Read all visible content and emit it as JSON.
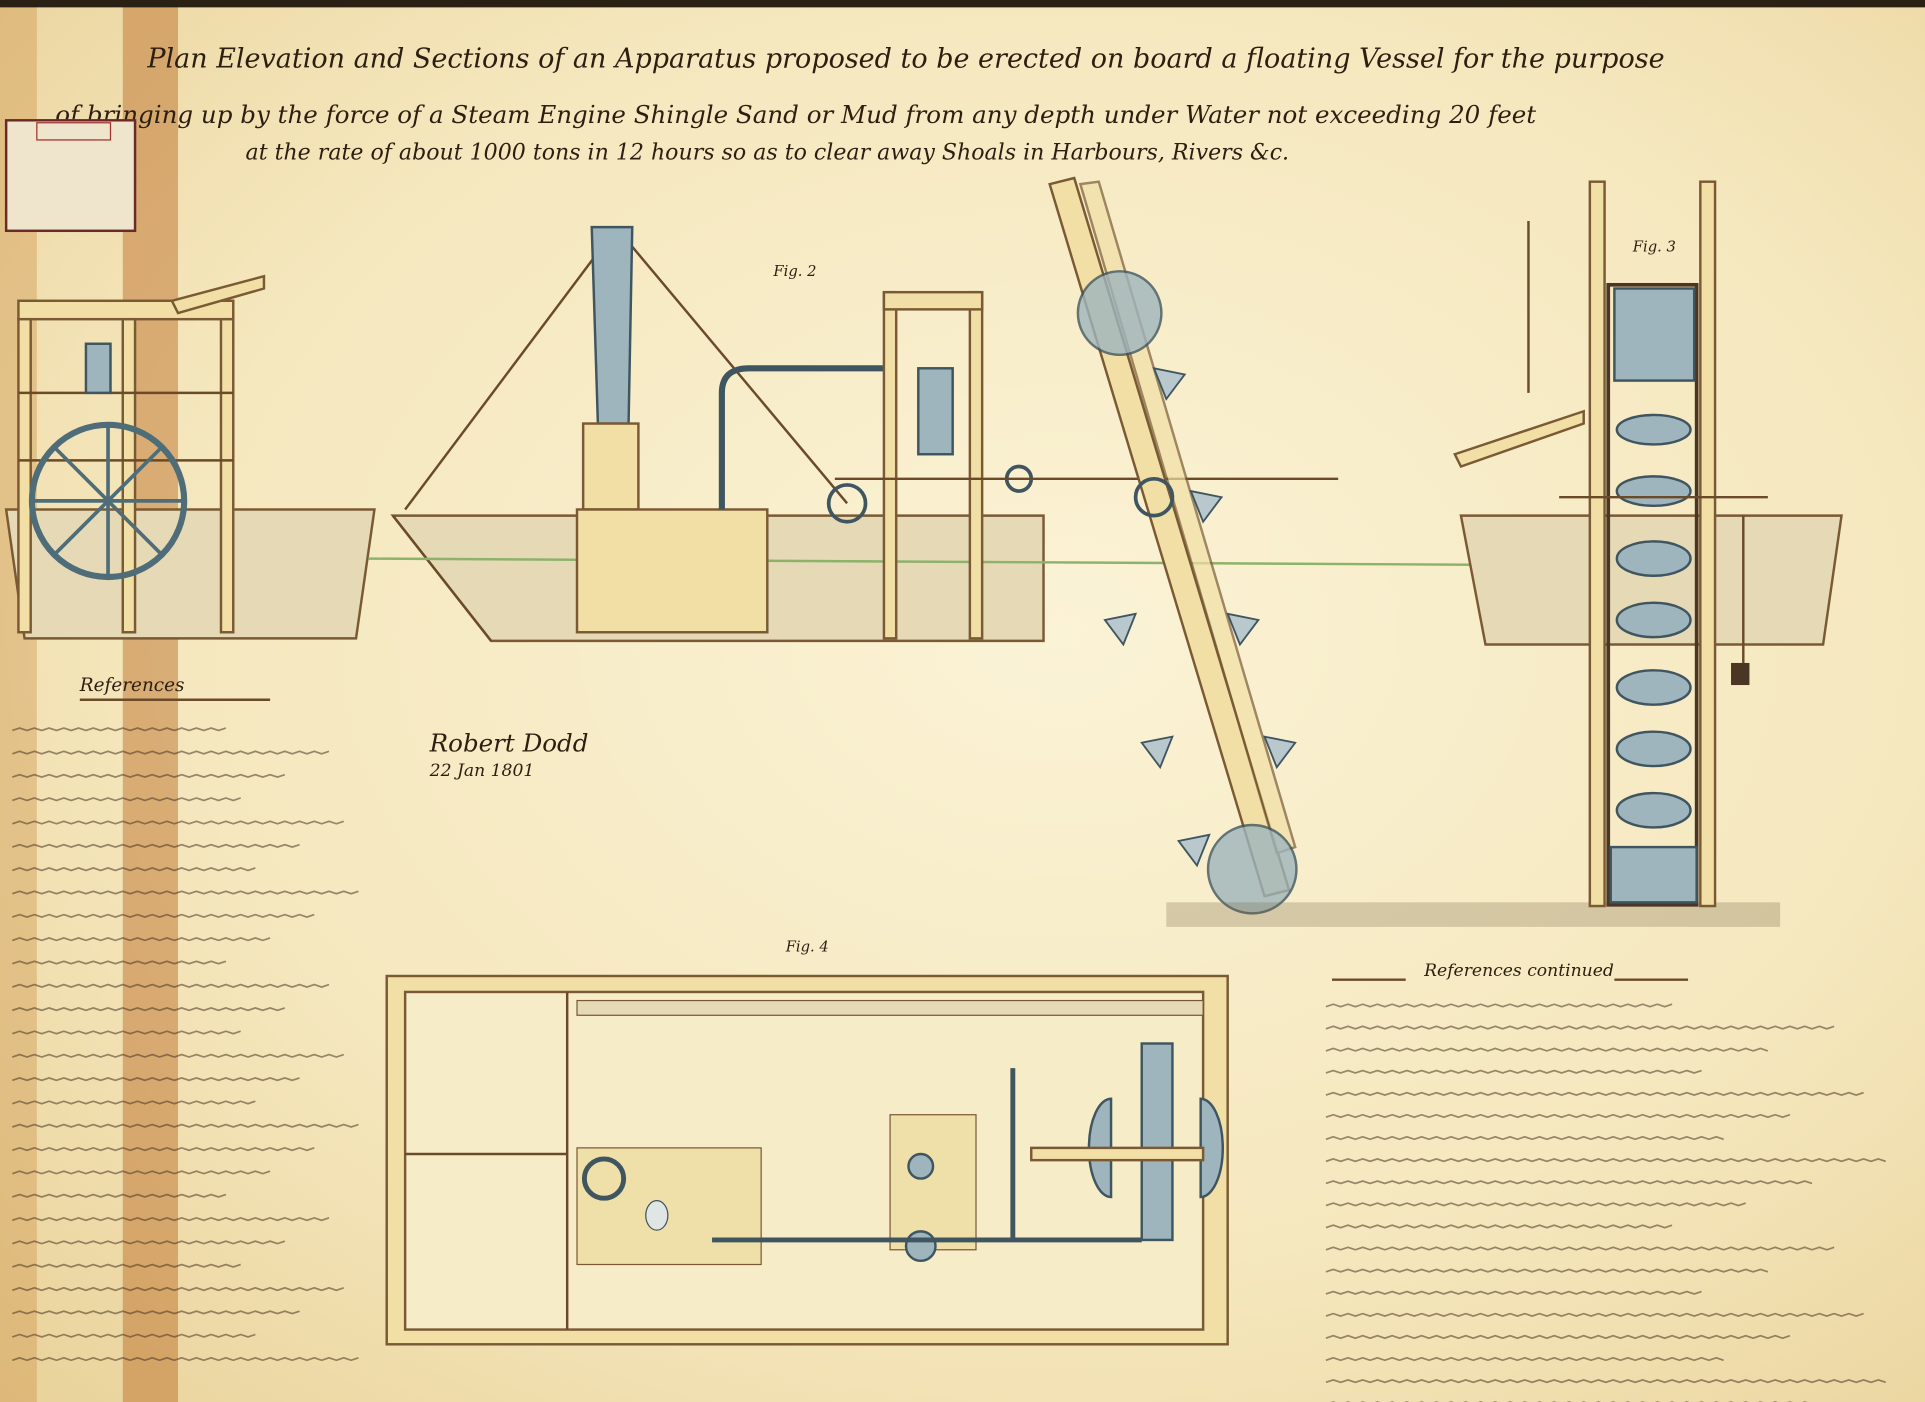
{
  "title": {
    "line1": "Plan Elevation and Sections of an Apparatus proposed to be erected on board a floating Vessel for the purpose",
    "line2": "of bringing up by the force of a Steam Engine Shingle Sand or Mud from any depth under Water not exceeding 20 feet",
    "line3": "at the rate of about 1000 tons in 12 hours so as to clear away Shoals in Harbours, Rivers &c."
  },
  "references": {
    "heading": "References",
    "continued_heading": "References continued"
  },
  "signature": {
    "name": "Robert Dodd",
    "date": "22 Jan 1801"
  },
  "figures": {
    "fig2": "Fig. 2",
    "fig3": "Fig. 3",
    "fig4": "Fig. 4"
  },
  "colors": {
    "paper": "#f5e7bd",
    "ink": "#6b4a2a",
    "steel": "#9fb5bd",
    "stain": "#a85a1c"
  }
}
